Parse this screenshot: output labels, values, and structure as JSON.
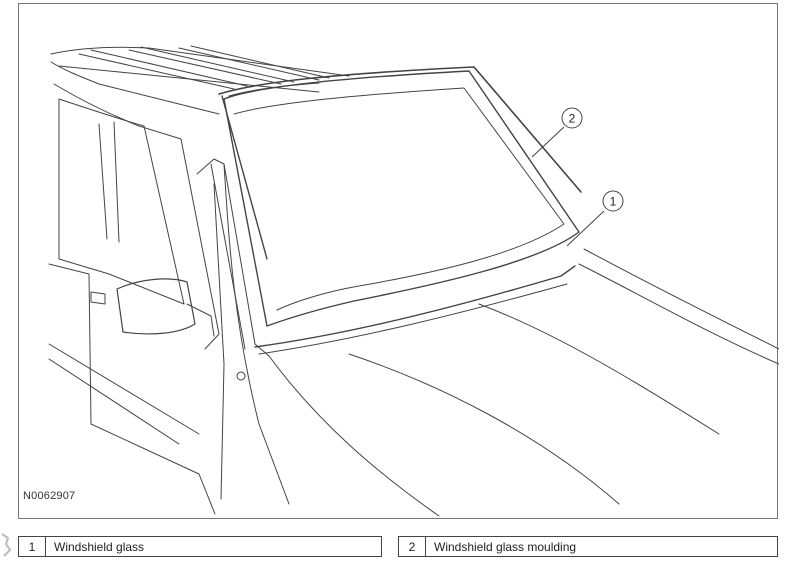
{
  "figure": {
    "id": "N0062907",
    "callouts": [
      {
        "number": "1"
      },
      {
        "number": "2"
      }
    ]
  },
  "legend": [
    {
      "number": "1",
      "label": "Windshield glass"
    },
    {
      "number": "2",
      "label": "Windshield glass moulding"
    }
  ]
}
